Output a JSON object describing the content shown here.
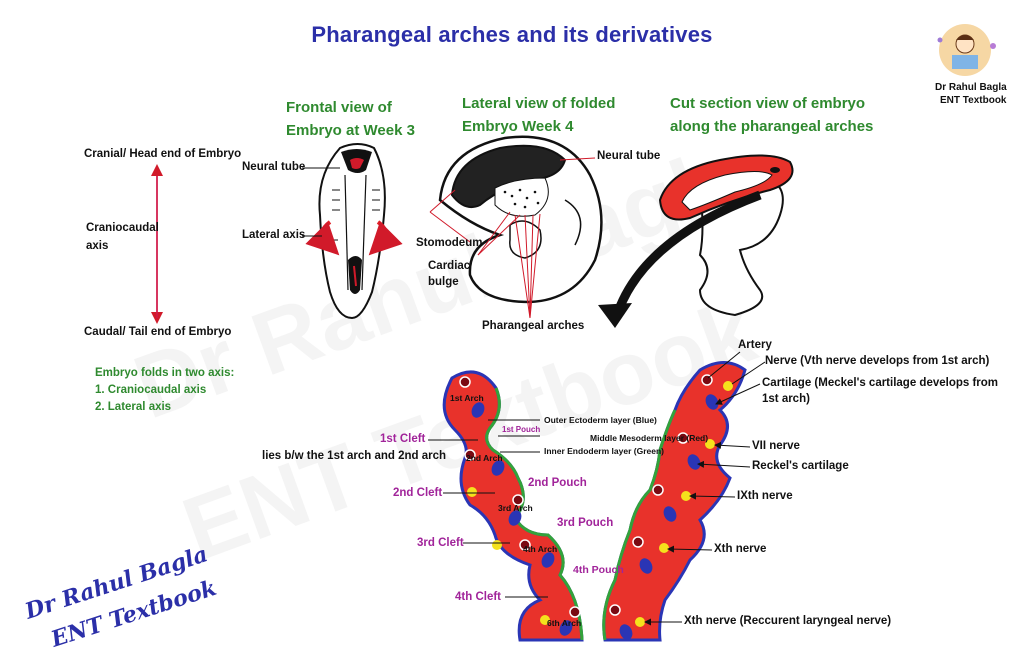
{
  "title": "Pharangeal arches and its derivatives",
  "logo": {
    "line1": "Dr Rahul Bagla",
    "line2": "ENT Textbook"
  },
  "signature": {
    "line1": "Dr Rahul Bagla",
    "line2": "ENT Textbook"
  },
  "frontal": {
    "heading1": "Frontal view of",
    "heading2": "Embryo at Week 3",
    "neural_tube": "Neural tube",
    "lateral_axis": "Lateral axis"
  },
  "lateral": {
    "heading1": "Lateral view of folded",
    "heading2": "Embryo Week 4",
    "neural_tube": "Neural tube",
    "stomodeum": "Stomodeum",
    "cardiac1": "Cardiac",
    "cardiac2": "bulge",
    "arches": "Pharangeal arches"
  },
  "cut": {
    "heading1": "Cut section view of embryo",
    "heading2": "along the pharangeal arches"
  },
  "axis": {
    "cranial": "Cranial/ Head end of Embryo",
    "cc1": "Craniocaudal",
    "cc2": "axis",
    "caudal": "Caudal/ Tail end of Embryo"
  },
  "folds": {
    "title": "Embryo folds in two axis:",
    "item1": "1. Craniocaudal axis",
    "item2": "2. Lateral axis"
  },
  "left_section": {
    "arch1": "1st Arch",
    "arch2": "2nd Arch",
    "arch3": "3rd Arch",
    "arch4": "4th Arch",
    "arch6": "6th Arch",
    "cleft1": "1st Cleft",
    "cleft_note": "lies b/w the 1st arch and 2nd arch",
    "cleft2": "2nd Cleft",
    "cleft3": "3rd Cleft",
    "cleft4": "4th Cleft",
    "pouch1": "1st Pouch",
    "pouch2": "2nd Pouch",
    "pouch3": "3rd Pouch",
    "pouch4": "4th  Pouch",
    "outer": "Outer Ectoderm layer (Blue)",
    "middle": "Middle Mesoderm layer (Red)",
    "inner": "Inner Endoderm layer (Green)"
  },
  "right_section": {
    "artery": "Artery",
    "nerve": "Nerve (Vth nerve develops from 1st arch)",
    "cartilage1": "Cartilage (Meckel's cartilage develops from",
    "cartilage2": "1st arch)",
    "vii": "VII nerve",
    "reckel": "Reckel's cartilage",
    "ix": "IXth nerve",
    "x": "Xth nerve",
    "x_rec": "Xth nerve (Reccurent laryngeal nerve)"
  },
  "colors": {
    "title": "#2b2fa8",
    "heading": "#2f8a2f",
    "cleft": "#a1249a",
    "mesoderm": "#e8322b",
    "ectoderm": "#2a35b5",
    "endoderm": "#33a33a",
    "nerve": "#f5e21c"
  }
}
